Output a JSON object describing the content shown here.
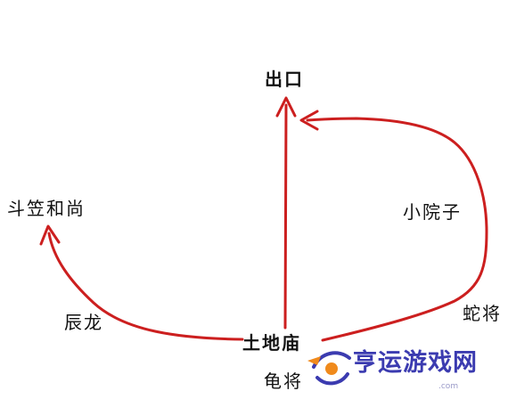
{
  "labels": {
    "exit": "出口",
    "monk": "斗笠和尚",
    "courtyard": "小院子",
    "chenlong": "辰龙",
    "snake_general": "蛇将",
    "temple": "土地庙",
    "turtle_general": "龟将"
  },
  "watermark": {
    "text": "亨运游戏网",
    "small": ".com"
  },
  "colors": {
    "arrow": "#cc1f1f",
    "text": "#111111",
    "watermark_blue": "#3b3bb0",
    "watermark_orange": "#f08a1c"
  }
}
